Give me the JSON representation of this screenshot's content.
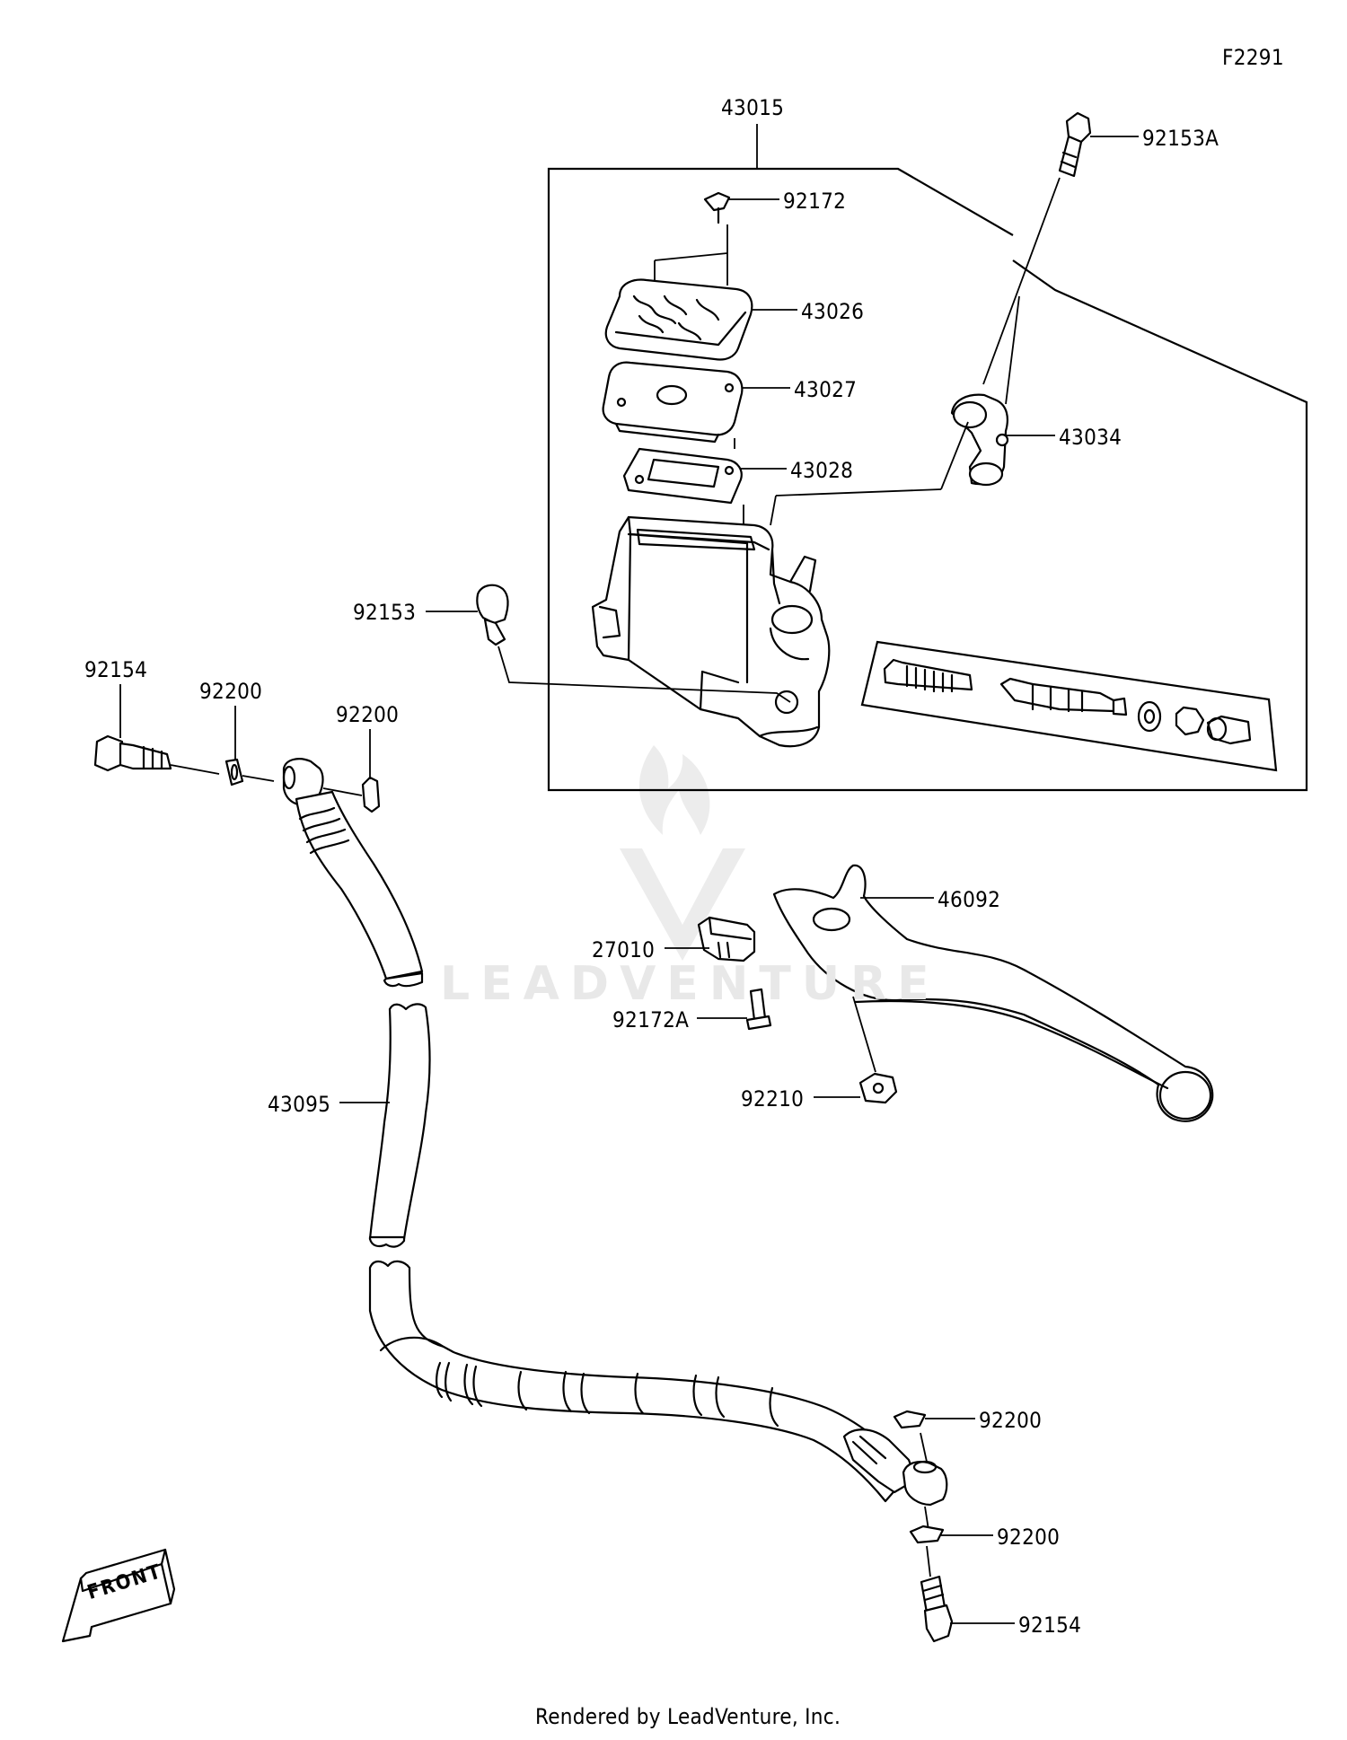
{
  "figure_code": "F2291",
  "footer": "Rendered by LeadVenture, Inc.",
  "watermark": "LEADVENTURE",
  "front_badge": "FRONT",
  "callouts": [
    {
      "id": "c43015",
      "label": "43015"
    },
    {
      "id": "c92153A",
      "label": "92153A"
    },
    {
      "id": "c92172",
      "label": "92172"
    },
    {
      "id": "c43026",
      "label": "43026"
    },
    {
      "id": "c43027",
      "label": "43027"
    },
    {
      "id": "c43034",
      "label": "43034"
    },
    {
      "id": "c43028",
      "label": "43028"
    },
    {
      "id": "c92153",
      "label": "92153"
    },
    {
      "id": "c92154a",
      "label": "92154"
    },
    {
      "id": "c92200a",
      "label": "92200"
    },
    {
      "id": "c92200b",
      "label": "92200"
    },
    {
      "id": "c46092",
      "label": "46092"
    },
    {
      "id": "c27010",
      "label": "27010"
    },
    {
      "id": "c92172A",
      "label": "92172A"
    },
    {
      "id": "c92210",
      "label": "92210"
    },
    {
      "id": "c43095",
      "label": "43095"
    },
    {
      "id": "c92200c",
      "label": "92200"
    },
    {
      "id": "c92200d",
      "label": "92200"
    },
    {
      "id": "c92154b",
      "label": "92154"
    }
  ]
}
